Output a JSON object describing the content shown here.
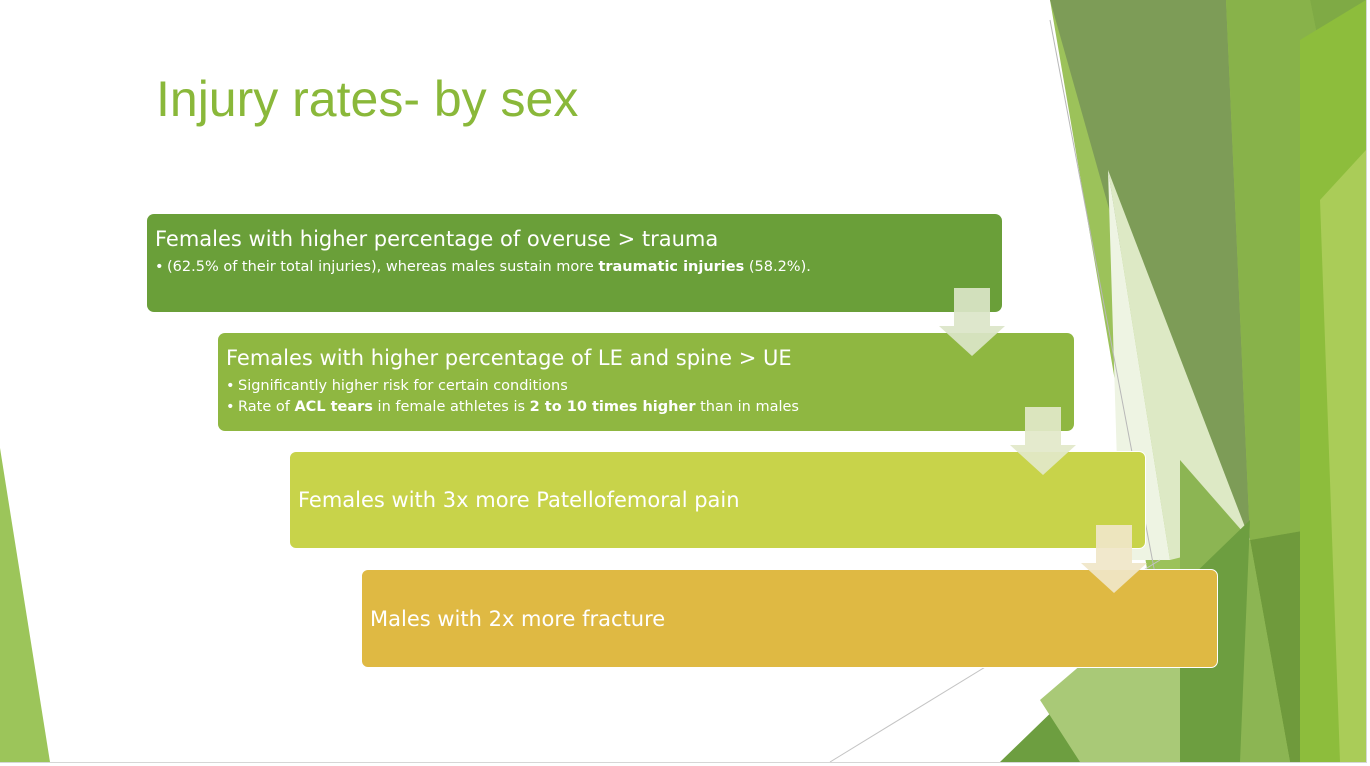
{
  "slide": {
    "title": "Injury rates- by sex",
    "boxes": [
      {
        "heading": "Females with higher percentage of overuse > trauma",
        "bullets": [
          [
            {
              "text": "(62.5% of their total injuries), whereas males sustain more ",
              "bold": false
            },
            {
              "text": "traumatic injuries",
              "bold": true
            },
            {
              "text": " (58.2%).",
              "bold": false
            }
          ]
        ]
      },
      {
        "heading": "Females with higher percentage of LE and spine > UE",
        "bullets": [
          [
            {
              "text": "Significantly higher risk for certain conditions",
              "bold": false
            }
          ],
          [
            {
              "text": "Rate of ",
              "bold": false
            },
            {
              "text": "ACL tears",
              "bold": true
            },
            {
              "text": " in female athletes is ",
              "bold": false
            },
            {
              "text": "2 to 10 times higher",
              "bold": true
            },
            {
              "text": " than in males",
              "bold": false
            }
          ]
        ]
      },
      {
        "heading": "Females with 3x more Patellofemoral pain",
        "bullets": []
      },
      {
        "heading": "Males with 2x more fracture",
        "bullets": []
      }
    ]
  },
  "colors": {
    "title": "#8ab83a",
    "box1": "#6a9f39",
    "box2": "#8fb741",
    "box3": "#c8d34a",
    "box4": "#dfb943",
    "arrow": "#dbe5c8"
  }
}
